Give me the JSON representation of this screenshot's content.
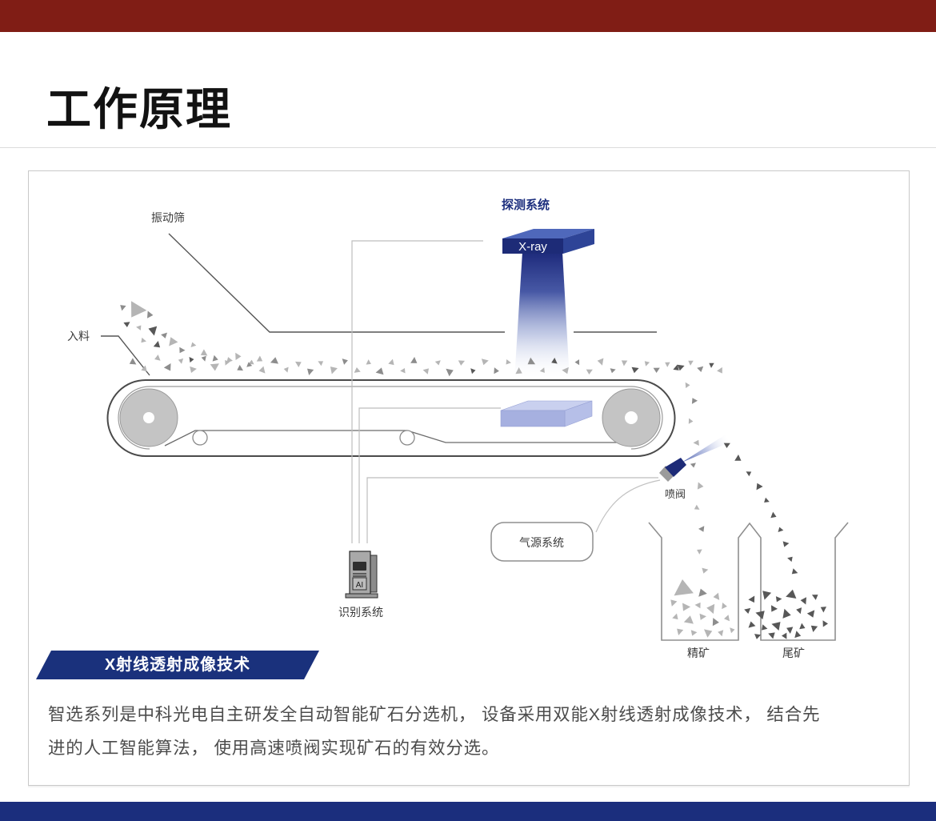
{
  "header": {
    "title": "工作原理"
  },
  "top_bar": {
    "color": "#801D15"
  },
  "bottom_bar": {
    "color": "#1B2E7D"
  },
  "diagram": {
    "labels": {
      "vibrating_screen": "振动筛",
      "feed": "入料",
      "detection_system": "探测系统",
      "xray_box": "X-ray",
      "spray_valve": "喷阀",
      "air_supply_system": "气源系统",
      "ai_unit": "AI",
      "recognition_system": "识别系统",
      "concentrate_bin": "精矿",
      "tailings_bin": "尾矿"
    },
    "banner": {
      "label": "X射线透射成像技术",
      "color": "#1A317C"
    },
    "description": {
      "line1": "智选系列是中科光电自主研发全自动智能矿石分选机， 设备采用双能X射线透射成像技术， 结合先",
      "line2": "进的人工智能算法， 使用高速喷阀实现矿石的有效分选。"
    }
  },
  "colors": {
    "accent_navy": "#1D2B77",
    "beam_blue": "#3D4FA0",
    "panel_periwinkle": "#A6B0E0",
    "particle_light": "#B5B5B5",
    "particle_dark": "#575757"
  }
}
